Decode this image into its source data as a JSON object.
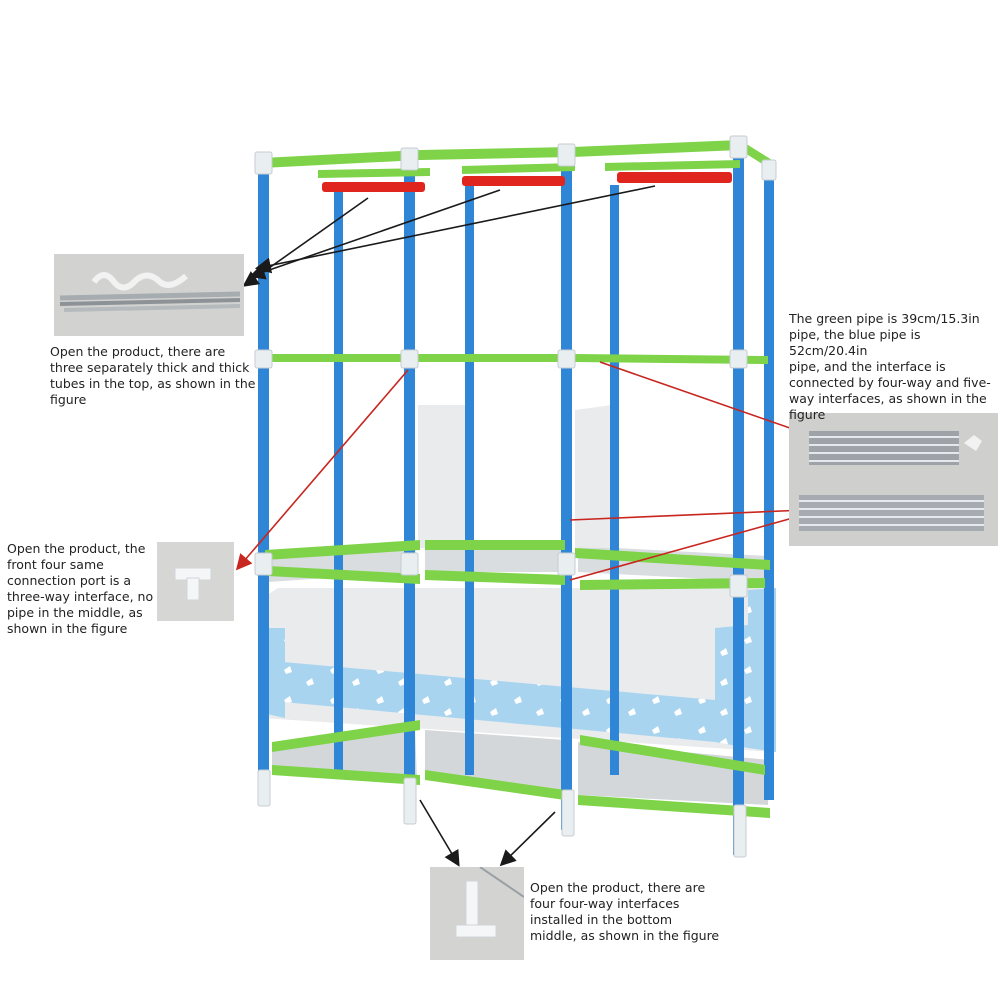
{
  "annotations": {
    "top_left": "Open the product, there are\nthree separately thick and thick\ntubes in the top, as shown in the\n figure",
    "right": "The green pipe is 39cm/15.3in\npipe, the blue pipe is 52cm/20.4in\npipe, and the interface is\nconnected by four-way and five-\nway interfaces, as shown in the\nfigure",
    "middle_left": "Open the product, the\nfront four same\nconnection port is a\nthree-way interface, no\npipe in the middle, as\nshown in the figure",
    "bottom": "Open the product, there are\nfour four-way interfaces\ninstalled in the bottom\nmiddle, as shown in the figure"
  },
  "colors": {
    "green_pipe": "#7ed348",
    "blue_pipe": "#2f86d6",
    "red_pipe": "#e0241e",
    "connector": "#e9eef0",
    "arrow_black": "#1a1a1a",
    "arrow_red": "#c8261f",
    "cover_blue": "#a9d4f0"
  }
}
